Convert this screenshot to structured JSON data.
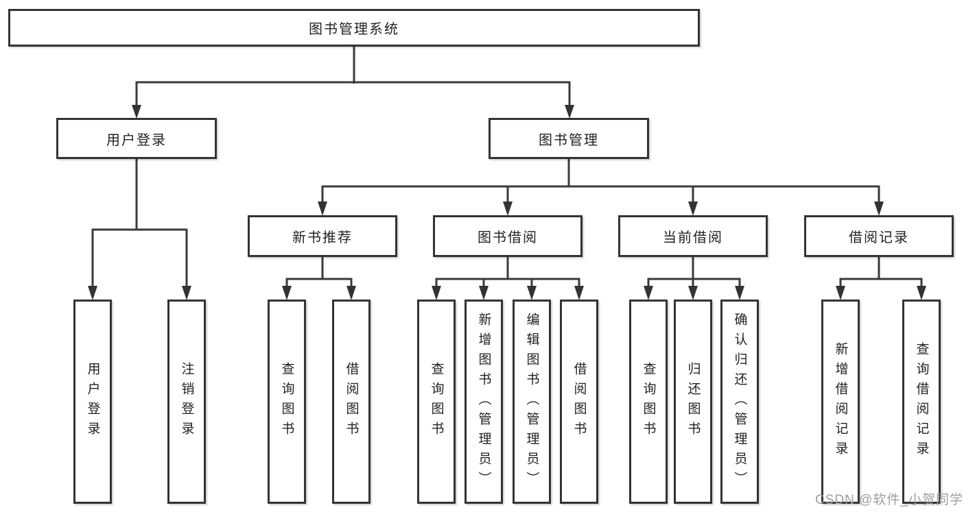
{
  "tree": {
    "root": {
      "label": "图书管理系统",
      "children": [
        {
          "label": "用户登录",
          "children": [
            {
              "label": "用户登录"
            },
            {
              "label": "注销登录"
            }
          ]
        },
        {
          "label": "图书管理",
          "children": [
            {
              "label": "新书推荐",
              "children": [
                {
                  "label": "查询图书"
                },
                {
                  "label": "借阅图书"
                }
              ]
            },
            {
              "label": "图书借阅",
              "children": [
                {
                  "label": "查询图书"
                },
                {
                  "label": "新增图书（管理员）"
                },
                {
                  "label": "编辑图书（管理员）"
                },
                {
                  "label": "借阅图书"
                }
              ]
            },
            {
              "label": "当前借阅",
              "children": [
                {
                  "label": "查询图书"
                },
                {
                  "label": "归还图书"
                },
                {
                  "label": "确认归还（管理员）"
                }
              ]
            },
            {
              "label": "借阅记录",
              "children": [
                {
                  "label": "新增借阅记录"
                },
                {
                  "label": "查询借阅记录"
                }
              ]
            }
          ]
        }
      ]
    }
  },
  "watermark": {
    "text": "CSDN @软件_小贺同学"
  },
  "colors": {
    "line": "#3a3a3a",
    "arrow": "#333333",
    "box_border": "#333333",
    "box_fill": "#ffffff",
    "text": "#222222",
    "watermark": "#9e9e9e",
    "background": "#ffffff"
  }
}
